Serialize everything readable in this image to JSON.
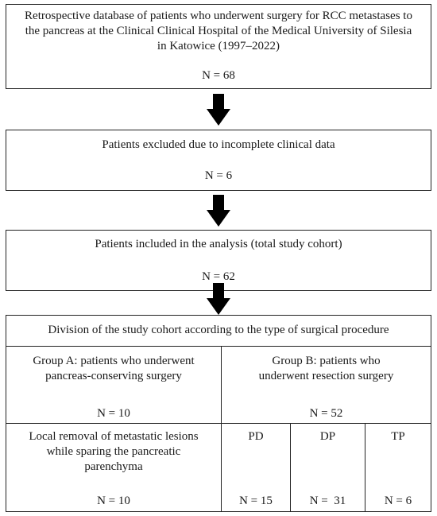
{
  "steps": [
    {
      "text": "Retrospective database of patients who underwent surgery for RCC metastases to the pancreas at the Clinical Clinical Hospital of the Medical University of Silesia in Katowice (1997–2022)",
      "n": "N = 68"
    },
    {
      "text": "Patients excluded due to incomplete clinical data",
      "n": "N = 6"
    },
    {
      "text": "Patients included in the analysis (total study cohort)",
      "n": "N = 62"
    }
  ],
  "division": {
    "header": "Division of the study cohort according to the type of surgical procedure",
    "group_a": {
      "text": "Group A: patients who underwent pancreas-conserving surgery",
      "n": "N = 10",
      "sub_text": "Local removal of metastatic lesions while sparing the pancreatic parenchyma",
      "sub_n": "N = 10"
    },
    "group_b": {
      "text": "Group B: patients who underwent resection surgery",
      "n": "N = 52",
      "subgroups": [
        {
          "label": "PD",
          "n": "N = 15"
        },
        {
          "label": "DP",
          "n": "N =  31"
        },
        {
          "label": "TP",
          "n": "N = 6"
        }
      ]
    }
  },
  "colors": {
    "border": "#222222",
    "arrow": "#000000",
    "text": "#1a1a1a"
  }
}
